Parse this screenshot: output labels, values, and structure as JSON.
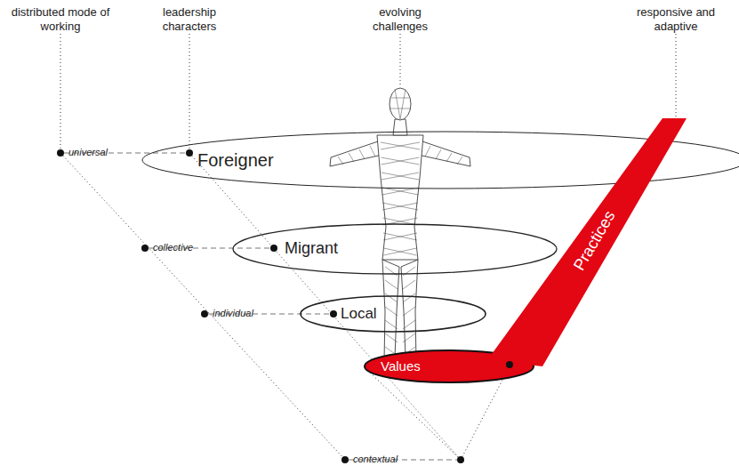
{
  "diagram": {
    "nodes": [
      {
        "text": [
          "Foreigner"
        ]
      },
      {
        "text": [
          "Migrant"
        ]
      },
      {
        "text": [
          "Local"
        ]
      },
      {
        "text": [
          "Values"
        ]
      },
      {
        "text": [
          "Practices"
        ]
      }
    ],
    "labels": [
      "distributed mode of working",
      "leadership characters",
      "evolving challenges",
      "responsive and adaptive",
      "universal",
      "collective",
      "individual",
      "contextual"
    ]
  }
}
